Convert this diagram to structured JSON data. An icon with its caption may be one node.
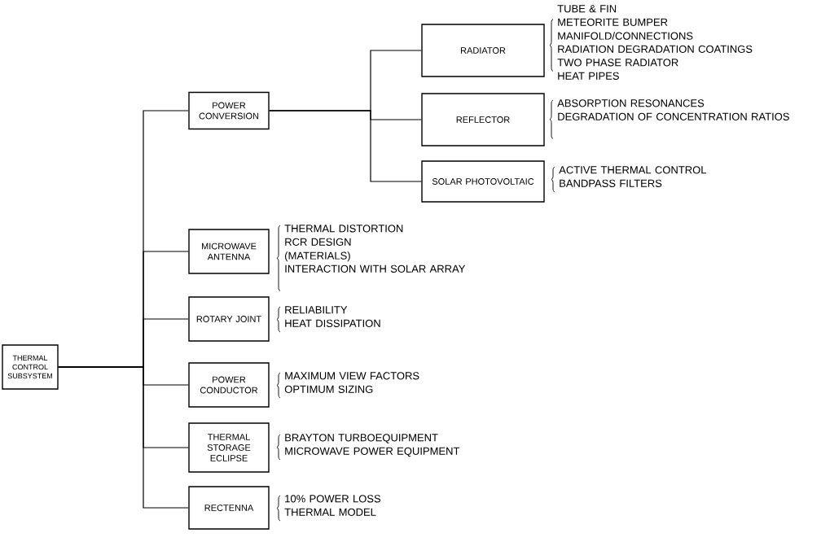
{
  "diagram": {
    "nodes": [
      {
        "text": [
          "THERMAL CONTROL SUBSYSTEM"
        ]
      },
      {
        "text": [
          "POWER CONVERSION"
        ]
      },
      {
        "text": [
          "RADIATOR"
        ],
        "beside": [
          "TUBE & FIN",
          "METEORITE BUMPER",
          "MANIFOLD/CONNECTIONS",
          "RADIATION DEGRADATION COATINGS",
          "TWO PHASE RADIATOR",
          "HEAT PIPES"
        ]
      },
      {
        "text": [
          "REFLECTOR"
        ],
        "beside": [
          "ABSORPTION RESONANCES",
          "DEGRADATION OF CONCENTRATION RATIOS"
        ]
      },
      {
        "text": [
          "SOLAR PHOTOVOLTAIC"
        ],
        "beside": [
          "ACTIVE THERMAL CONTROL",
          "BANDPASS FILTERS"
        ]
      },
      {
        "text": [
          "MICROWAVE ANTENNA"
        ],
        "beside": [
          "THERMAL DISTORTION",
          "RCR DESIGN",
          "(MATERIALS)",
          "INTERACTION WITH SOLAR ARRAY"
        ]
      },
      {
        "text": [
          "ROTARY JOINT"
        ],
        "beside": [
          "RELIABILITY",
          "HEAT DISSIPATION"
        ]
      },
      {
        "text": [
          "POWER CONDUCTOR"
        ],
        "beside": [
          "MAXIMUM VIEW FACTORS",
          "OPTIMUM SIZING"
        ]
      },
      {
        "text": [
          "THERMAL STORAGE ECLIPSE"
        ],
        "beside": [
          "BRAYTON TURBOEQUIPMENT",
          "MICROWAVE POWER EQUIPMENT"
        ]
      },
      {
        "text": [
          "RECTENNA"
        ],
        "beside": [
          "10% POWER LOSS",
          "THERMAL MODEL"
        ]
      }
    ],
    "edges": [
      {
        "from": 0,
        "to": 1,
        "arrow": "none"
      },
      {
        "from": 0,
        "to": 5,
        "arrow": "none"
      },
      {
        "from": 0,
        "to": 6,
        "arrow": "none"
      },
      {
        "from": 0,
        "to": 7,
        "arrow": "none"
      },
      {
        "from": 0,
        "to": 8,
        "arrow": "none"
      },
      {
        "from": 0,
        "to": 9,
        "arrow": "none"
      },
      {
        "from": 1,
        "to": 2,
        "arrow": "none"
      },
      {
        "from": 1,
        "to": 3,
        "arrow": "none"
      },
      {
        "from": 1,
        "to": 4,
        "arrow": "none"
      }
    ]
  }
}
